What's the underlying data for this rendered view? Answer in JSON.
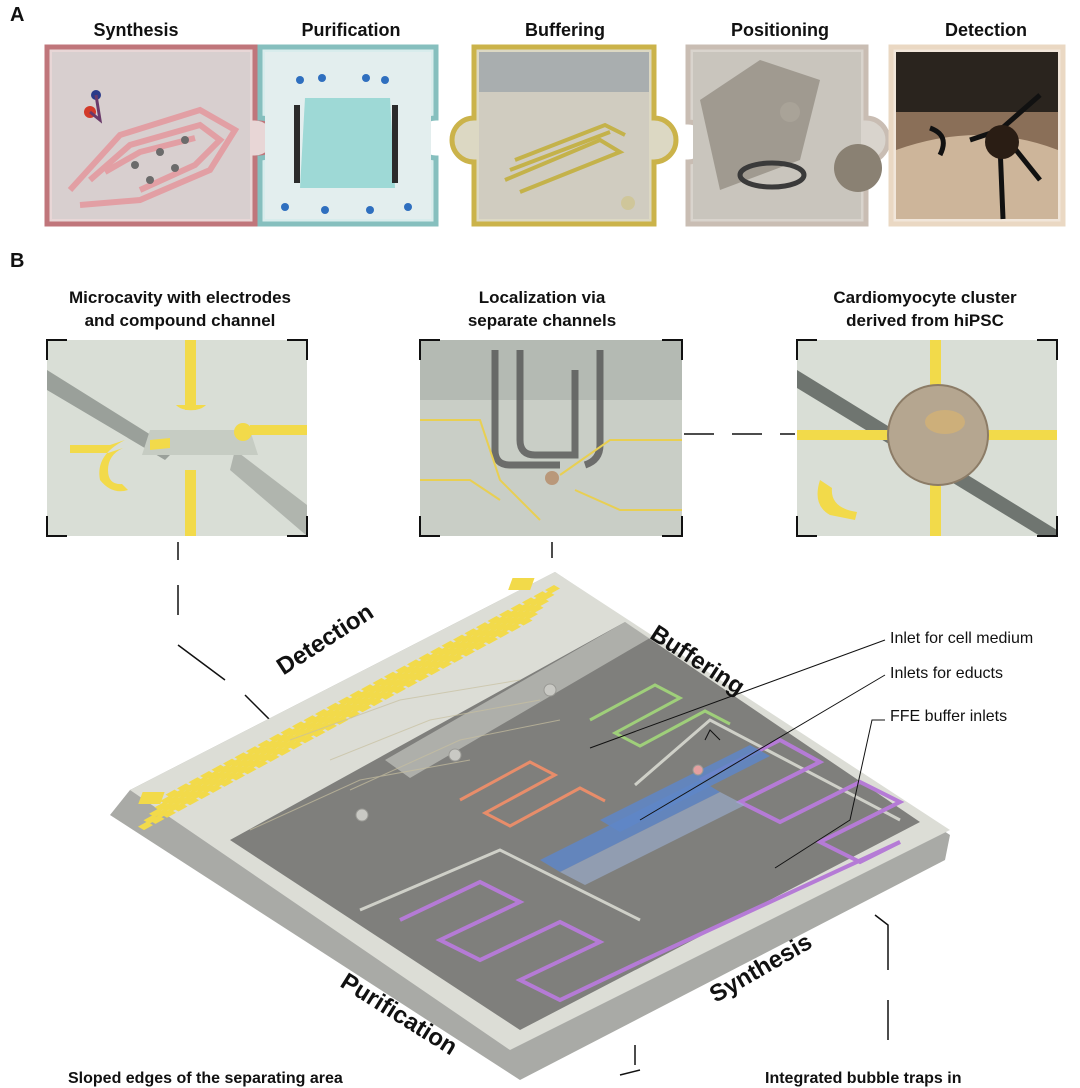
{
  "panel_a": {
    "letter": "A",
    "steps": [
      {
        "title": "Synthesis",
        "border": "#c0767b",
        "fill": "#e7b9bb"
      },
      {
        "title": "Purification",
        "border": "#86bfbe",
        "fill": "#bfe3e0"
      },
      {
        "title": "Buffering",
        "border": "#cbb34a",
        "fill": "#d9d4b6"
      },
      {
        "title": "Positioning",
        "border": "#c9bdb3",
        "fill": "#cfcac2"
      },
      {
        "title": "Detection",
        "border": "#ead8c3",
        "fill": "#8d7560"
      }
    ]
  },
  "panel_b": {
    "letter": "B",
    "insets": [
      {
        "title": "Microcavity with electrodes\nand compound channel"
      },
      {
        "title": "Localization via\nseparate channels"
      },
      {
        "title": "Cardiomyocyte cluster\nderived from hiPSC"
      }
    ],
    "region_labels": {
      "detection": "Detection",
      "buffering": "Buffering",
      "purification": "Purification",
      "synthesis": "Synthesis"
    },
    "callouts": {
      "cell_medium": "Inlet for cell medium",
      "educts": "Inlets for educts",
      "ffe": "FFE buffer inlets"
    },
    "bottom_captions": {
      "left": "Sloped edges of the separating area",
      "right": "Integrated bubble traps in"
    }
  },
  "colors": {
    "electrode": "#f2da4a",
    "chip_dark": "#7d7d7a",
    "chip_light": "#d6d7cf",
    "synthesis_channel": "#b57bd6",
    "buffer_channel": "#9fcf7a",
    "educt_channel": "#e88d6a",
    "purification_channel": "#5e86c8"
  }
}
